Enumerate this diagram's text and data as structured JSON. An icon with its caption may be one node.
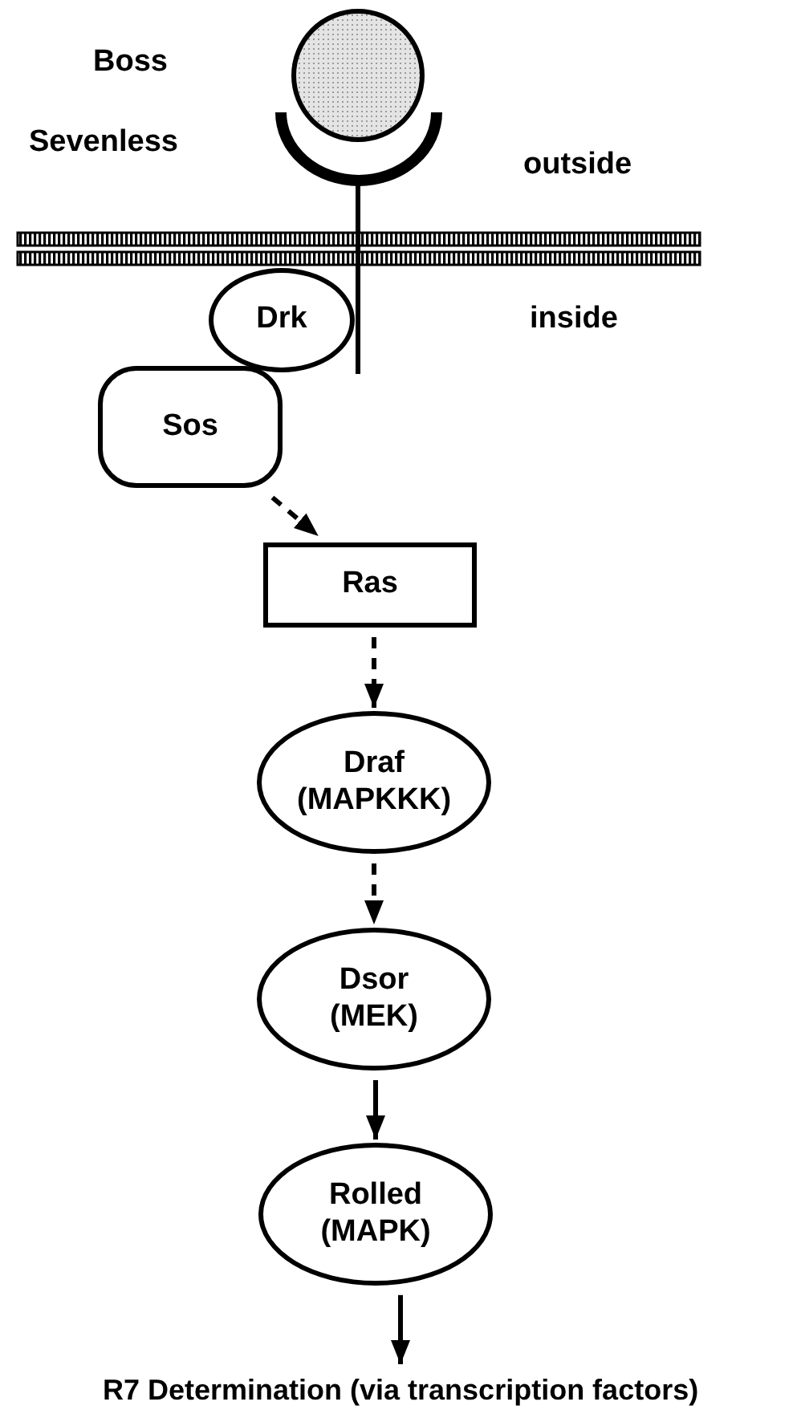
{
  "diagram": {
    "nodes": [
      {
        "text": [
          "Drk"
        ]
      },
      {
        "text": [
          "Sos"
        ]
      },
      {
        "text": [
          "Ras"
        ]
      },
      {
        "text": [
          "Draf (MAPKKK)"
        ]
      },
      {
        "text": [
          "Dsor (MEK)"
        ]
      },
      {
        "text": [
          "Rolled (MAPK)"
        ]
      },
      {
        "text": [
          "R7 Determination (via transcription factors)"
        ]
      }
    ],
    "edges": [
      {
        "from": 1,
        "to": 2,
        "arrow": "to",
        "style": "dashed"
      },
      {
        "from": 2,
        "to": 3,
        "arrow": "to",
        "style": "dashed"
      },
      {
        "from": 3,
        "to": 4,
        "arrow": "to",
        "style": "dashed"
      },
      {
        "from": 4,
        "to": 5,
        "arrow": "to"
      },
      {
        "from": 5,
        "to": 6,
        "arrow": "to"
      }
    ],
    "labels": [
      "Boss",
      "Sevenless",
      "outside",
      "inside"
    ]
  }
}
